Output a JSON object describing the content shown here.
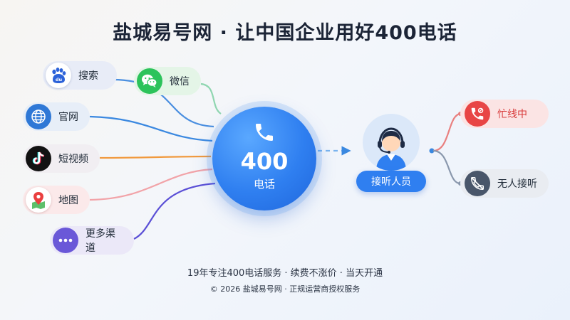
{
  "title": "盐城易号网 · 让中国企业用好400电话",
  "channels": [
    {
      "id": "search",
      "label": "搜索",
      "icon": "baidu-paw-icon",
      "badge": "du"
    },
    {
      "id": "wechat",
      "label": "微信",
      "icon": "wechat-icon"
    },
    {
      "id": "site",
      "label": "官网",
      "icon": "globe-icon"
    },
    {
      "id": "short",
      "label": "短视频",
      "icon": "tiktok-icon"
    },
    {
      "id": "map",
      "label": "地图",
      "icon": "map-pin-icon"
    },
    {
      "id": "more",
      "label": "更多渠道",
      "icon": "more-dots-icon"
    }
  ],
  "hub": {
    "number": "400",
    "label": "电话",
    "icon": "phone-icon"
  },
  "agent": {
    "label": "接听人员",
    "icon": "headset-agent-icon"
  },
  "outcomes": [
    {
      "id": "busy",
      "label": "忙线中",
      "icon": "phone-busy-icon",
      "color": "#e84545"
    },
    {
      "id": "noanswer",
      "label": "无人接听",
      "icon": "phone-missed-icon",
      "color": "#49566a"
    }
  ],
  "footer": {
    "line1": "19年专注400电话服务 · 续费不涨价 · 当天开通",
    "line2": "© 2026 盐城易号网 · 正规运营商授权服务"
  },
  "colors": {
    "primary": "#2f7ff0",
    "search_line": "#4a8fe0",
    "wechat_line": "#8fd6b0",
    "site_line": "#3a88e0",
    "short_line": "#f19a3e",
    "map_line": "#f2a3a8",
    "more_line": "#5b50d6",
    "busy_line": "#e98080",
    "noanswer_line": "#8a98ad"
  }
}
